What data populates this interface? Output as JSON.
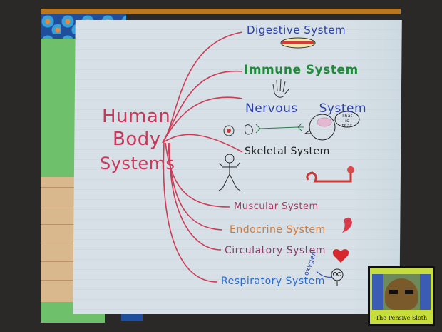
{
  "chart_title": {
    "line1": "Human",
    "line2": "Body",
    "line3": "Systems",
    "color": "#c8385a"
  },
  "branches": [
    {
      "label": "Digestive System",
      "color": "#2a3fa8",
      "drawing": "sandwich"
    },
    {
      "label": "Immune System",
      "color": "#1f8a3a",
      "drawing": "hand"
    },
    {
      "label": "Nervous System",
      "color": "#2a3fa8",
      "drawing": "eye, fist, neuron, brain head"
    },
    {
      "label": "Skeletal System",
      "color": "#222222",
      "drawing": "skeleton stick figure"
    },
    {
      "label": "Muscular System",
      "color": "#a23a5e",
      "drawing": "flexed arm"
    },
    {
      "label": "Endocrine System",
      "color": "#d27a3a",
      "drawing": "gland with rays"
    },
    {
      "label": "Circulatory System",
      "color": "#8a3a6a",
      "drawing": "heart"
    },
    {
      "label": "Respiratory System",
      "color": "#2a6ad0",
      "drawing": "face with lungs"
    }
  ],
  "annotations": {
    "speech_bubble": "That is that",
    "oxygen_label": "oxygen"
  },
  "branch_line_color": "#cf3a55",
  "watermark": {
    "label": "The Pensive Sloth"
  }
}
